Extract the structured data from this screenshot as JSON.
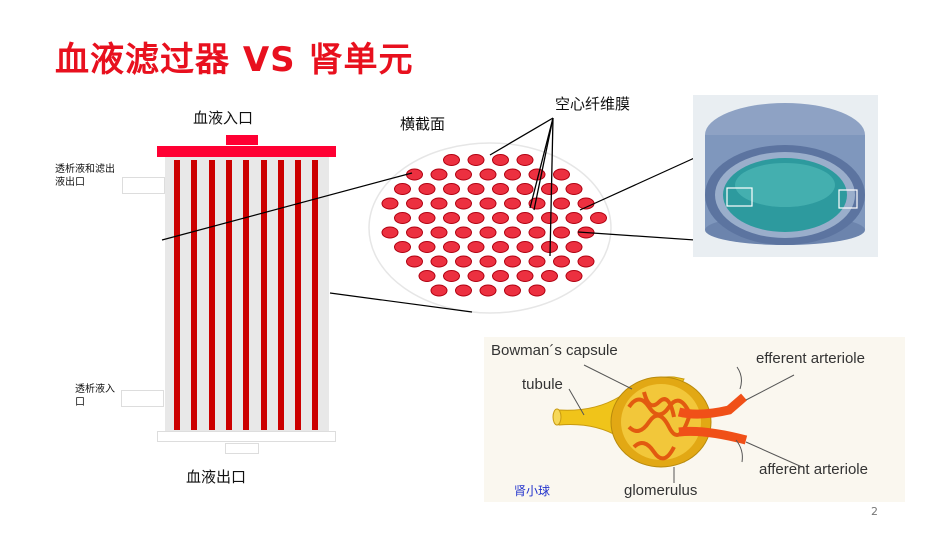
{
  "title": "血液滤过器  VS  肾单元",
  "filter": {
    "blood_inlet": "血液入口",
    "blood_outlet": "血液出口",
    "dialysate_outlet": "透析液和滤出液出口",
    "dialysate_inlet": "透析液入口"
  },
  "cross_section": {
    "label": "横截面",
    "membrane_label": "空心纤维膜"
  },
  "kidney": {
    "bowman": "Bowman´s capsule",
    "tubule": "tubule",
    "efferent": "efferent arteriole",
    "afferent": "afferent arteriole",
    "glomerulus": "glomerulus",
    "caption": "肾小球"
  },
  "page_number": "2",
  "colors": {
    "title": "#e8101e",
    "fiber": "#cc0000",
    "caption": "#2233cc"
  }
}
